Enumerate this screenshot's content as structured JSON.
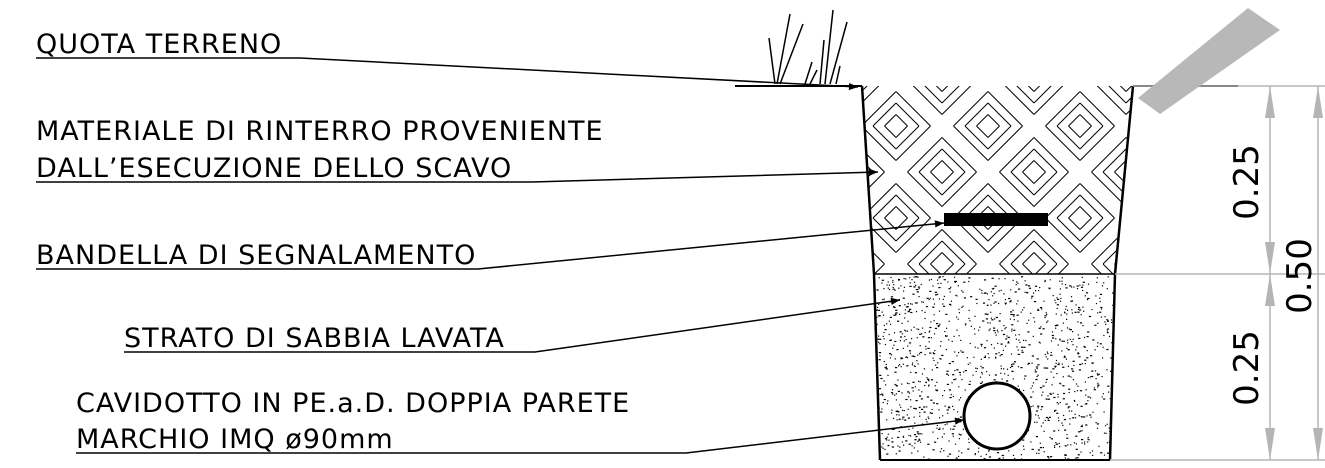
{
  "labels": {
    "ground_level": "QUOTA TERRENO",
    "backfill_line1": "MATERIALE DI RINTERRO PROVENIENTE",
    "backfill_line2": "DALL’ESECUZIONE DELLO SCAVO",
    "warning_tape": "BANDELLA DI SEGNALAMENTO",
    "sand_layer": "STRATO DI SABBIA LAVATA",
    "conduit_line1": "CAVIDOTTO IN PE.a.D. DOPPIA PARETE",
    "conduit_line2": "MARCHIO IMQ ø90mm"
  },
  "dimensions": {
    "upper": "0.25",
    "lower": "0.25",
    "total": "0.50"
  },
  "colors": {
    "line": "#000000",
    "dimension": "#b5b5b5",
    "background": "#ffffff"
  }
}
